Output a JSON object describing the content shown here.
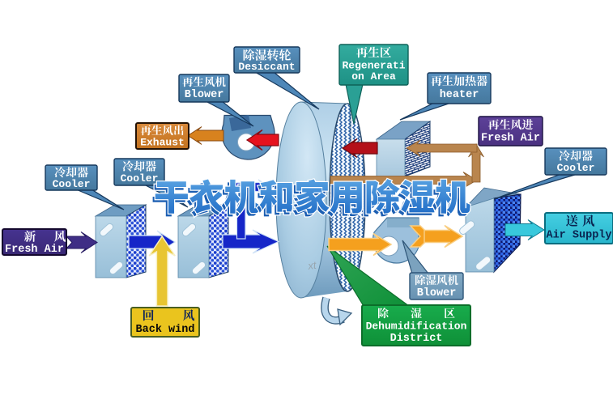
{
  "diagram_title": "干衣机和家用除湿机",
  "small_watermark": "xt",
  "labels": {
    "desiccant": {
      "zh": "除湿转轮",
      "en": "Desiccant"
    },
    "regen_area": {
      "zh": "再生区",
      "en": [
        "Regenerati",
        "on Area"
      ]
    },
    "regen_blower": {
      "zh": "再生风机",
      "en": "Blower"
    },
    "heater": {
      "zh": "再生加热器",
      "en": "heater"
    },
    "exhaust": {
      "zh": "再生风出",
      "en": "Exhaust"
    },
    "cooler1": {
      "zh": "冷却器",
      "en": "Cooler"
    },
    "cooler2": {
      "zh": "冷却器",
      "en": "Cooler"
    },
    "cooler3": {
      "zh": "冷却器",
      "en": "Cooler"
    },
    "regen_fresh_air": {
      "zh": "再生风进",
      "en": "Fresh Air"
    },
    "fresh_air": {
      "zh": "新 风",
      "en": "Fresh Air"
    },
    "back_wind": {
      "zh": "回 风",
      "en": "Back wind"
    },
    "dehum_blower": {
      "zh": "除湿风机",
      "en": "Blower"
    },
    "dehum_district": {
      "zh": "除 湿 区",
      "en": [
        "Dehumidification",
        "District"
      ]
    },
    "air_supply": {
      "zh": "送 风",
      "en": "Air Supply"
    }
  },
  "colors": {
    "label_steel_blue": "#4E87B8",
    "label_teal": "#2AA095",
    "label_green": "#14A046",
    "label_yellow": "#EAC41E",
    "label_cyan": "#35C4DC",
    "label_orange": "#CE7E28",
    "label_indigo": "#3F2E85",
    "label_purple": "#53398E",
    "arrow_blue": "#1526C8",
    "arrow_red": "#E6121E",
    "arrow_orange": "#F5A01E",
    "arrow_tan": "#B9854E",
    "arrow_yellow": "#E8C532",
    "watermark_blue": "#2E7FD2"
  }
}
